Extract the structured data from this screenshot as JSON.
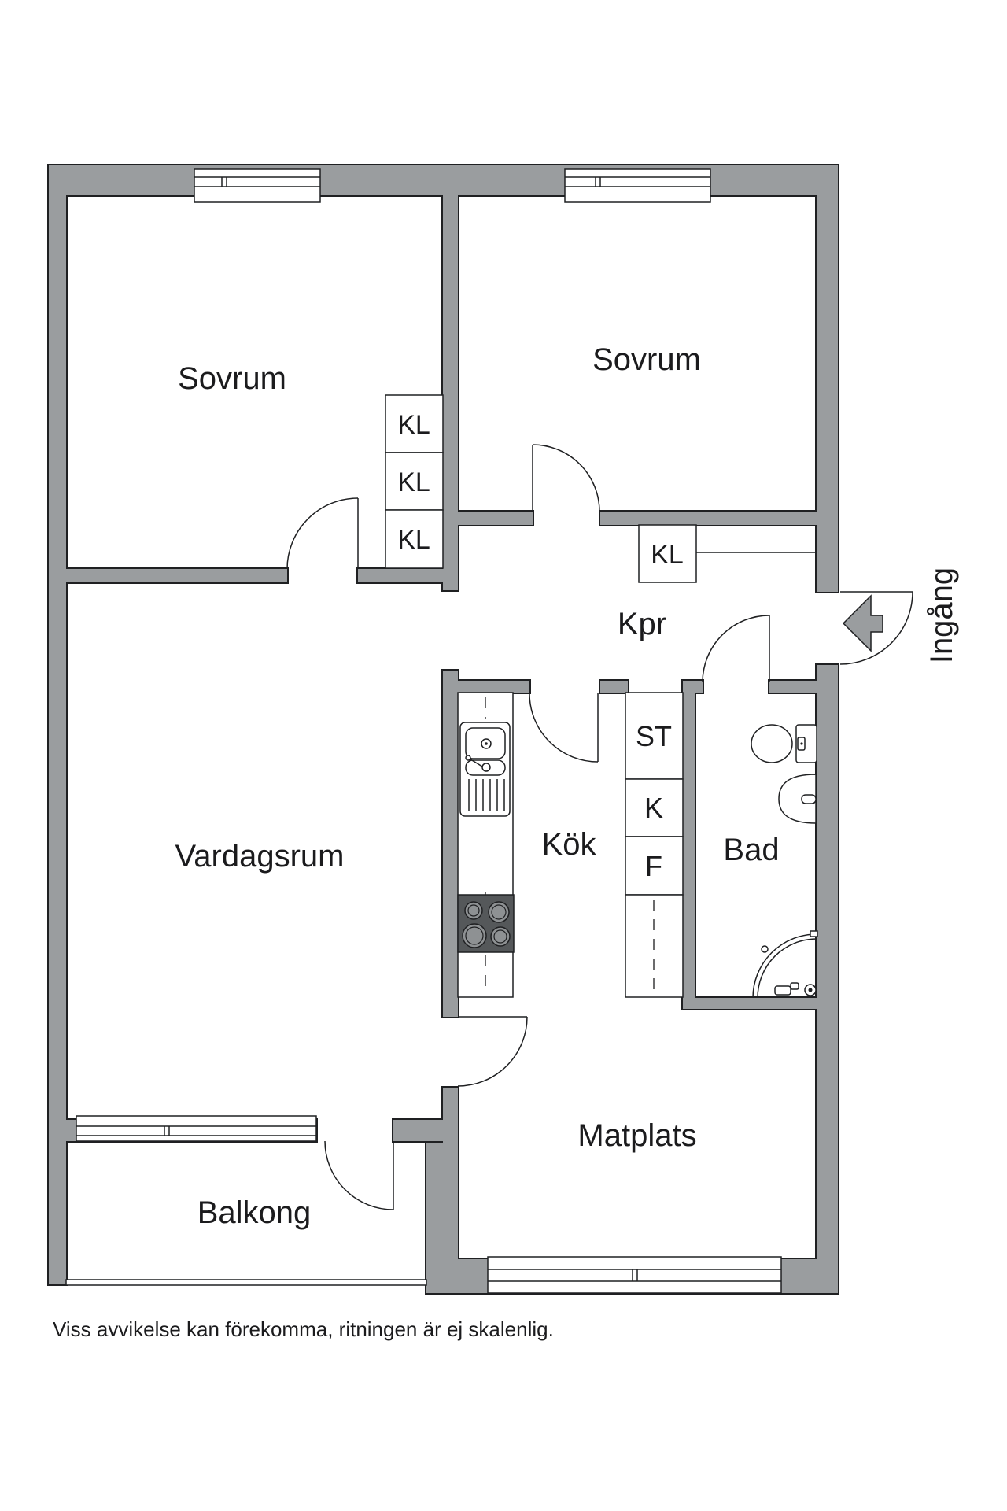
{
  "plan": {
    "rooms": {
      "sovrum1": "Sovrum",
      "sovrum2": "Sovrum",
      "vardagsrum": "Vardagsrum",
      "kok": "Kök",
      "bad": "Bad",
      "kpr": "Kpr",
      "matplats": "Matplats",
      "balkong": "Balkong"
    },
    "closets": {
      "kl": "KL"
    },
    "appliances": {
      "st": "ST",
      "k": "K",
      "f": "F"
    },
    "entrance": {
      "label": "Ingång"
    },
    "disclaimer": "Viss avvikelse kan förekomma, ritningen är ej skalenlig.",
    "colors": {
      "wall": "#9a9d9f",
      "outline": "#1f2022",
      "stove_body": "#55585a",
      "burner": "#8e9193",
      "text": "#1b1b1d",
      "background": "#ffffff"
    }
  }
}
